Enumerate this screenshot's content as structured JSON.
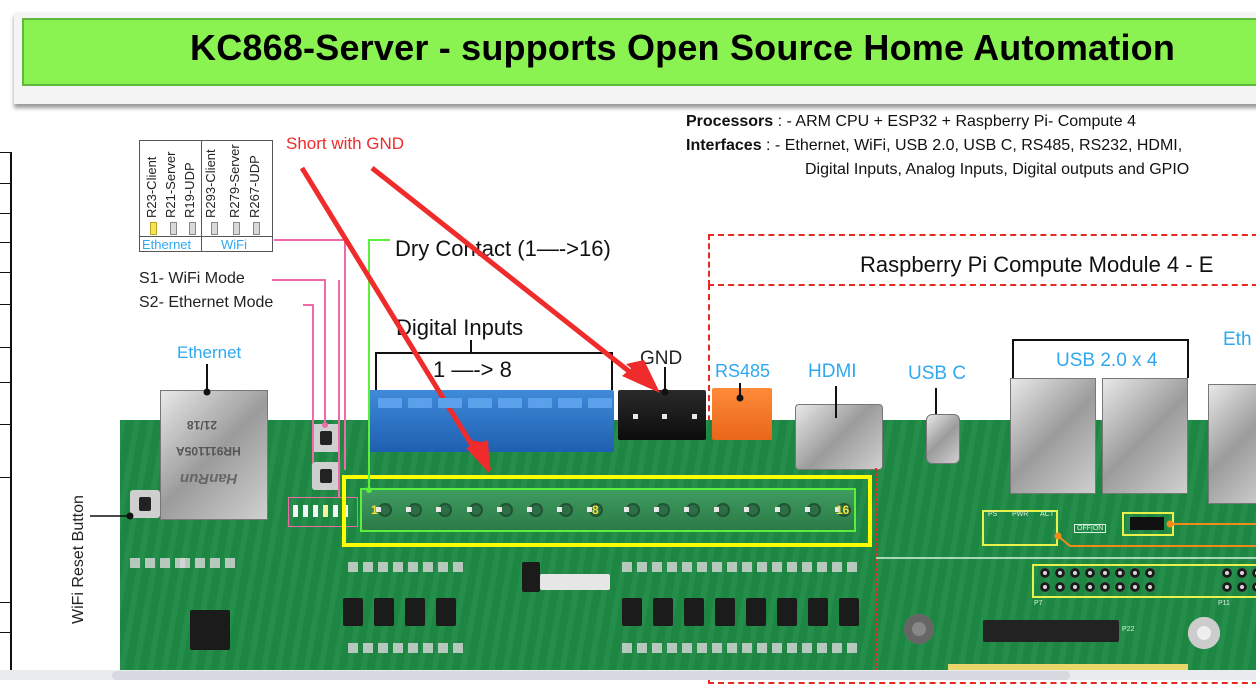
{
  "banner": {
    "title": "KC868-Server - supports Open Source Home Automation "
  },
  "specs": {
    "processors_label": "Processors",
    "processors_value": " : - ARM CPU + ESP32 + Raspberry Pi- Compute 4",
    "interfaces_label": "Interfaces",
    "interfaces_value": "  : - Ethernet, WiFi, USB 2.0, USB C, RS485, RS232, HDMI,",
    "interfaces_value_line2": "Digital Inputs, Analog Inputs, Digital outputs and GPIO"
  },
  "led_legend": {
    "ethernet_group": "Ethernet",
    "wifi_group": "WiFi",
    "leds": [
      {
        "label": "R23-Client",
        "state": "on"
      },
      {
        "label": "R21-Server",
        "state": "off"
      },
      {
        "label": "R19-UDP",
        "state": "off"
      },
      {
        "label": "R293-Client",
        "state": "off"
      },
      {
        "label": "R279-Server",
        "state": "off"
      },
      {
        "label": "R267-UDP",
        "state": "off"
      }
    ]
  },
  "annotations": {
    "short_with_gnd": "Short with GND",
    "s1_wifi_mode": "S1- WiFi Mode",
    "s2_ethernet_mode": "S2- Ethernet Mode",
    "dry_contact": "Dry Contact (1—->16)",
    "digital_inputs": "Digital Inputs",
    "digital_inputs_range": "1 —-> 8",
    "gnd": "GND",
    "wifi_reset_button": "WiFi Reset Button",
    "raspberry_pi_module": "Raspberry Pi Compute Module 4 - E"
  },
  "ports": {
    "ethernet_left": "Ethernet",
    "rs485": "RS485",
    "hdmi": "HDMI",
    "usb_c": "USB C",
    "usb_2_x4": "USB 2.0 x 4",
    "ethernet_right": "Eth"
  },
  "terminal_numbers": {
    "first": "1",
    "eighth": "8",
    "last": "16"
  },
  "colors": {
    "banner_green": "#8af352",
    "annotation_red": "#ef2b2b",
    "port_label_blue": "#2fa8f0",
    "highlight_yellow": "#ffff00",
    "pcb_green": "#1f8a45",
    "leader_pink": "#f06aa8",
    "leader_green": "#5bf03a",
    "leader_orange": "#f08a1a"
  }
}
